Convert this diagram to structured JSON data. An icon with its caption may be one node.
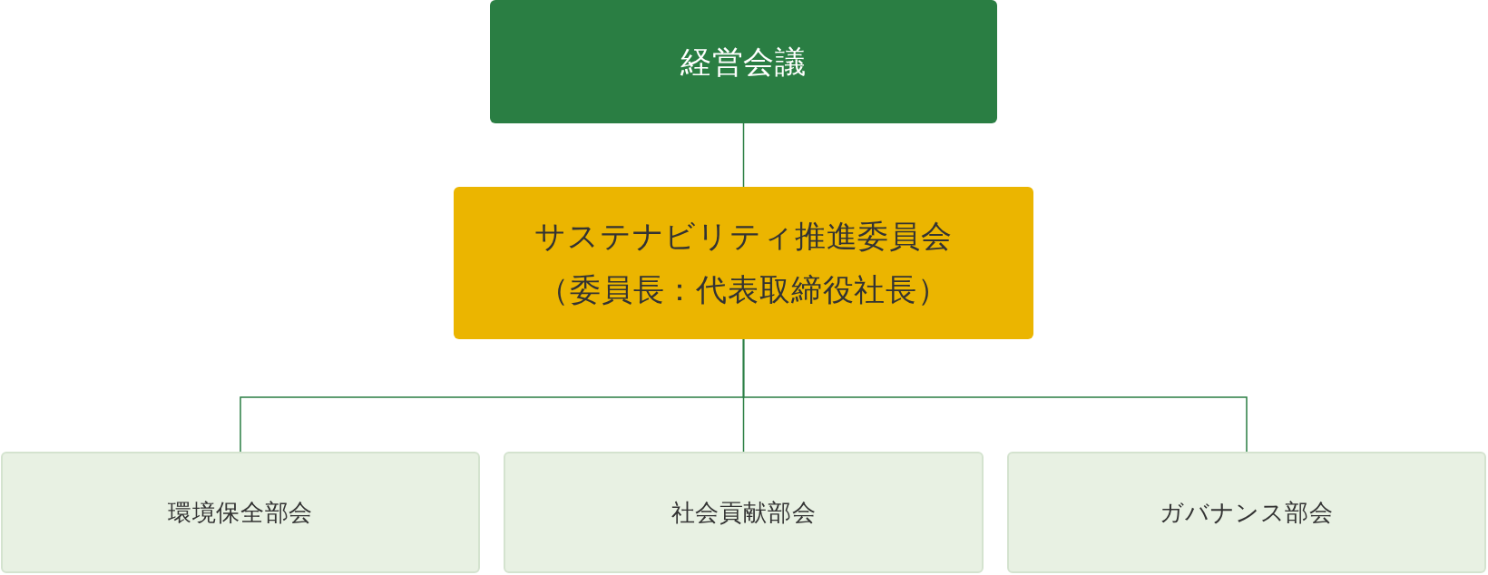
{
  "diagram": {
    "nodes": [
      {
        "text": [
          "経営会議"
        ]
      },
      {
        "text": [
          "サステナビリティ推進委員会",
          "（委員長：代表取締役社長）"
        ]
      },
      {
        "text": [
          "環境保全部会"
        ]
      },
      {
        "text": [
          "社会貢献部会"
        ]
      },
      {
        "text": [
          "ガバナンス部会"
        ]
      }
    ],
    "edges": [
      {
        "from": 0,
        "to": 1,
        "arrow": "none"
      },
      {
        "from": 1,
        "to": 2,
        "arrow": "none"
      },
      {
        "from": 1,
        "to": 3,
        "arrow": "none"
      },
      {
        "from": 1,
        "to": 4,
        "arrow": "none"
      }
    ]
  }
}
